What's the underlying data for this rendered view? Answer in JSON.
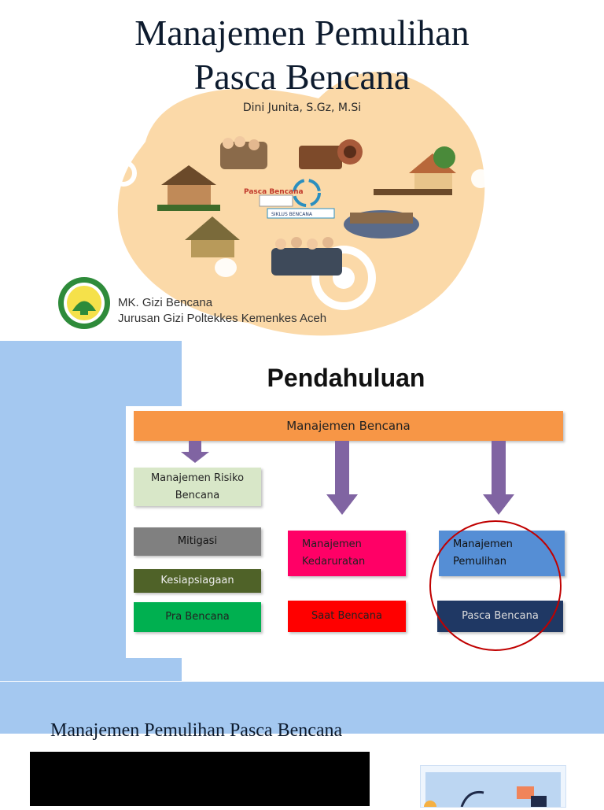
{
  "slide1": {
    "title_line1": "Manajemen Pemulihan",
    "title_line2": "Pasca Bencana",
    "author": "Dini Junita, S.Gz, M.Si",
    "course_line1": "MK. Gizi Bencana",
    "course_line2": "Jurusan Gizi Poltekkes Kemenkes Aceh",
    "illustration": {
      "center_label": "Pasca Bencana",
      "cycle_label": "SIKLUS BENCANA"
    },
    "colors": {
      "blob": "#fbd9a8",
      "title": "#0d1b2e"
    }
  },
  "slide2": {
    "heading": "Pendahuluan",
    "diagram": {
      "top": "Manajemen Bencana",
      "col1": [
        "Manajemen Risiko Bencana",
        "Mitigasi",
        "Kesiapsiagaan",
        "Pra Bencana"
      ],
      "col2": [
        "Manajemen Kedaruratan",
        "Saat Bencana"
      ],
      "col3": [
        "Manajemen Pemulihan",
        "Pasca Bencana"
      ]
    },
    "colors": {
      "top": "#f79646",
      "arrow": "#8064a2",
      "risk": "#d8e7c8",
      "mitigasi": "#808080",
      "kesiapsiagaan": "#4f6228",
      "pra": "#00b050",
      "kedaruratan": "#ff0066",
      "saat": "#ff0000",
      "pemulihan": "#558ed5",
      "pasca": "#1f3864",
      "circle": "#c00000",
      "side": "#a4c8f0"
    }
  },
  "slide3": {
    "title": "Manajemen Pemulihan Pasca Bencana"
  }
}
